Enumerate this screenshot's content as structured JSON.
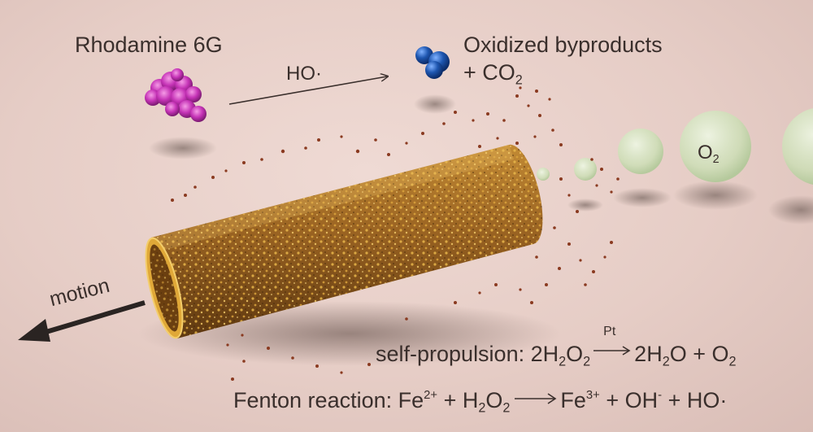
{
  "labels": {
    "reactant": "Rhodamine 6G",
    "oxidant": "HO·",
    "products_line1": "Oxidized byproducts",
    "products_line2_prefix": "+ CO",
    "products_line2_sub": "2",
    "bubble_label_main": "O",
    "bubble_label_sub": "2",
    "motion": "motion"
  },
  "equation_self_propulsion": {
    "prefix": "self-propulsion: 2H",
    "sub1": "2",
    "mid1": "O",
    "sub2": "2",
    "catalyst": "Pt",
    "product1": "2H",
    "sub3": "2",
    "product1_end": "O + O",
    "sub4": "2"
  },
  "equation_fenton": {
    "prefix": "Fenton reaction: Fe",
    "sup1": "2+",
    "mid1": " + H",
    "sub1": "2",
    "mid2": "O",
    "sub2": "2",
    "product1": "Fe",
    "sup2": "3+",
    "mid3": " + OH",
    "sup3": "-",
    "mid4": " + HO·"
  },
  "colors": {
    "background": "#e9d2cc",
    "tube_body": "#8a5a1c",
    "tube_highlight": "#e7b64a",
    "rhodamine": "#c533b6",
    "byproduct": "#1e56b0",
    "bubble": "#c9e1b4",
    "particle": "#8a3a20",
    "text": "#3a2f2c"
  },
  "icons": [
    "motion-arrow-icon",
    "reaction-arrow-icon"
  ]
}
